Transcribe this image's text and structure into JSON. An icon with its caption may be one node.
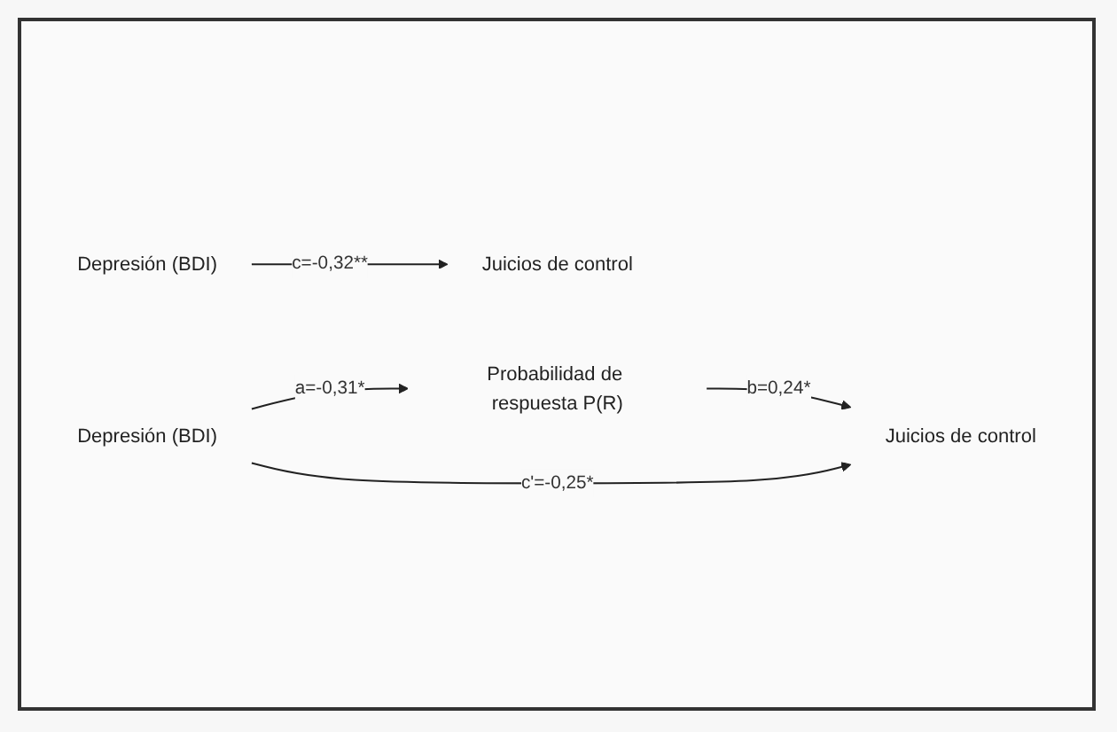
{
  "diagram": {
    "nodes": [
      {
        "text": [
          "Depresión (BDI)"
        ]
      },
      {
        "text": [
          "Juicios de control"
        ]
      },
      {
        "text": [
          "Probabilidad de respuesta P(R)"
        ]
      },
      {
        "text": [
          "Depresión (BDI)"
        ]
      },
      {
        "text": [
          "Juicios de control"
        ]
      }
    ],
    "edges": [
      {
        "from": 0,
        "to": 1,
        "arrow": "to",
        "label": "c=-0,32**"
      },
      {
        "from": 3,
        "to": 2,
        "arrow": "to",
        "label": "a=-0,31*"
      },
      {
        "from": 2,
        "to": 4,
        "arrow": "to",
        "label": "b=0,24*"
      },
      {
        "from": 3,
        "to": 4,
        "arrow": "to",
        "label": "c'=-0,25*"
      }
    ]
  }
}
